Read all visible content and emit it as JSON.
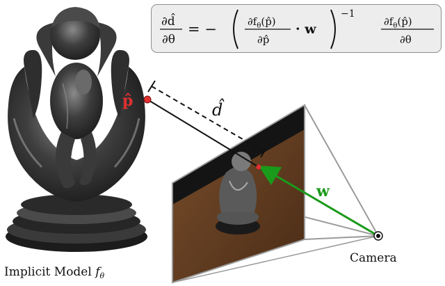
{
  "equation": {
    "lhs_num": "∂d̂",
    "lhs_den": "∂θ",
    "equals_minus": "= −",
    "inner_num": "∂f",
    "inner_num_arg": "(p̂)",
    "inner_den": "∂p̂",
    "dot_w": "· w",
    "exponent": "−1",
    "rhs_num": "∂f",
    "rhs_num_arg": "(p̂)",
    "rhs_den": "∂θ",
    "theta_sub": "θ"
  },
  "labels": {
    "point": "p̂",
    "distance": "d̂",
    "direction": "w",
    "camera": "Camera",
    "model_caption": "Implicit Model ",
    "model_symbol": "f",
    "model_sub": "θ"
  },
  "colors": {
    "point_red": "#e03030",
    "ray_green": "#1a9a1a",
    "frustum_gray": "#9a9a9a",
    "floor_brown": "#6b4428"
  }
}
